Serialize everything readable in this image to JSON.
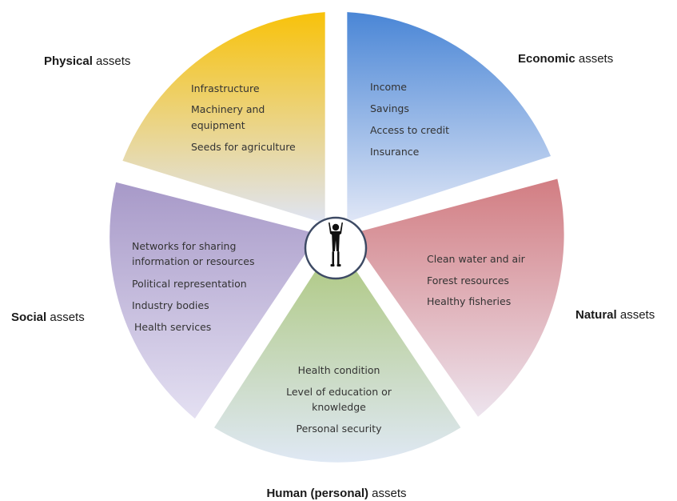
{
  "colors": {
    "economic": {
      "top": "#4a86d6",
      "bottom": "#dfe6f6"
    },
    "natural": {
      "top": "#d27d82",
      "bottom": "#ede4ee"
    },
    "human": {
      "top": "#acc77c",
      "bottom": "#dfe8f4"
    },
    "social": {
      "top": "#a799c8",
      "bottom": "#e4e0f2"
    },
    "physical": {
      "top": "#f8c20a",
      "bottom": "#dfe4f2"
    },
    "center_border": "#3d4a64",
    "figure": "#111111"
  },
  "center_icon": "person-arms-raised-icon",
  "sections": {
    "economic": {
      "title_bold": "Economic",
      "title_rest": " assets",
      "items": [
        "Income",
        "Savings",
        "Access to credit",
        "Insurance"
      ]
    },
    "natural": {
      "title_bold": "Natural",
      "title_rest": " assets",
      "items": [
        "Clean water and air",
        "Forest resources",
        "Healthy fisheries"
      ]
    },
    "human": {
      "title_bold": "Human (personal)",
      "title_rest": " assets",
      "items": [
        "Health condition",
        "Level of education or",
        "knowledge",
        "Personal security"
      ]
    },
    "social": {
      "title_bold": "Social",
      "title_rest": " assets",
      "items": [
        "Networks for sharing",
        "information or resources",
        "Political representation",
        "Industry bodies",
        "Health services"
      ]
    },
    "physical": {
      "title_bold": "Physical",
      "title_rest": " assets",
      "items": [
        "Infrastructure",
        "Machinery and",
        "equipment",
        "Seeds for agriculture"
      ]
    }
  }
}
